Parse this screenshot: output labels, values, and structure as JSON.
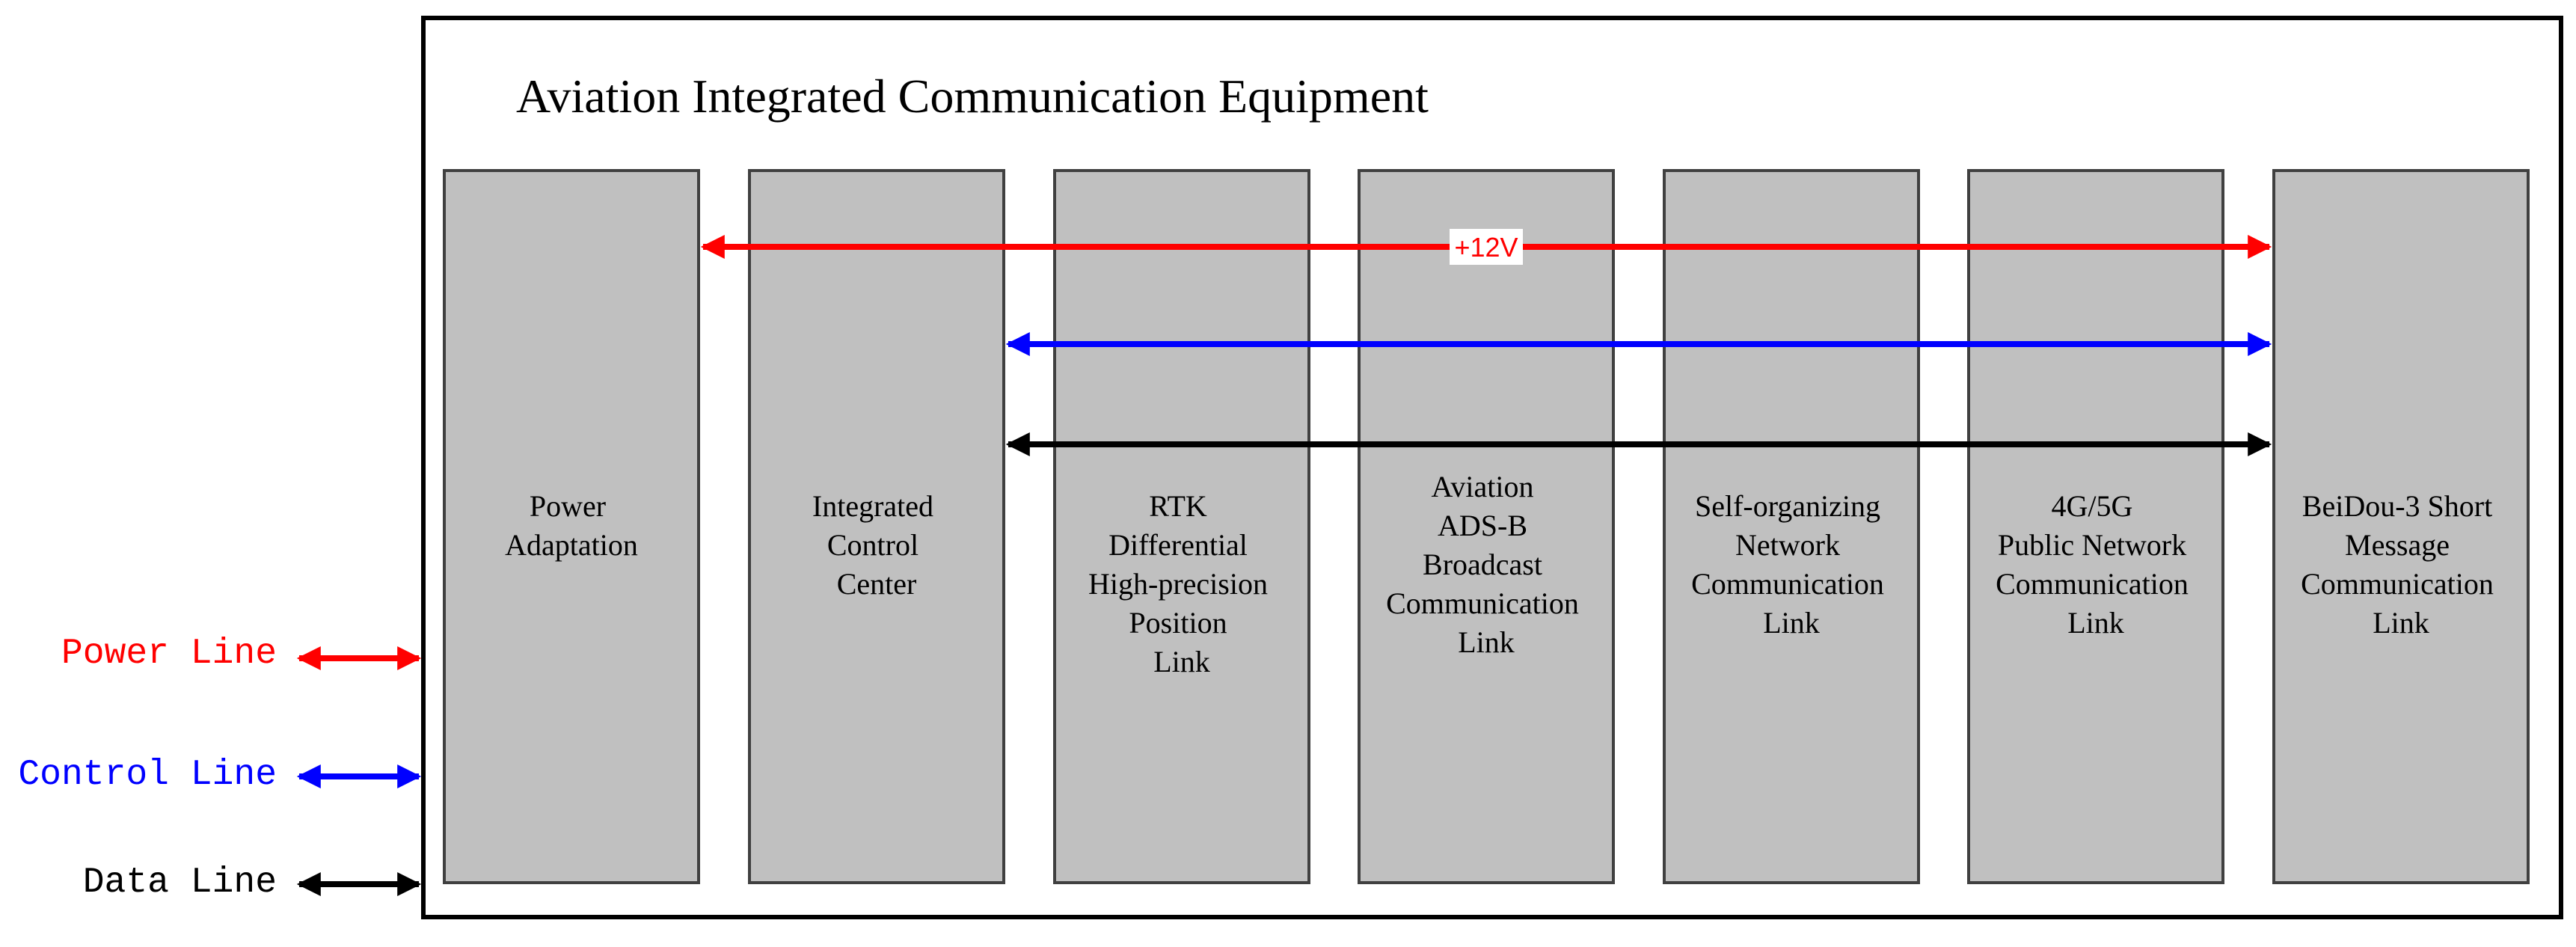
{
  "title": "Aviation Integrated Communication Equipment",
  "modules": [
    {
      "id": "power",
      "lines": [
        "Power",
        "Adaptation"
      ]
    },
    {
      "id": "control",
      "lines": [
        "Integrated",
        "Control",
        "Center"
      ]
    },
    {
      "id": "rtk",
      "lines": [
        "RTK",
        "Differential",
        "High-precision",
        "Position",
        "Link"
      ]
    },
    {
      "id": "adsb",
      "lines": [
        "Aviation",
        "ADS-B",
        "Broadcast",
        "Communication",
        "Link"
      ]
    },
    {
      "id": "selforg",
      "lines": [
        "Self-organizing",
        "Network",
        "Communication",
        "Link"
      ]
    },
    {
      "id": "public",
      "lines": [
        "4G/5G",
        "Public Network",
        "Communication",
        "Link"
      ]
    },
    {
      "id": "beidou",
      "lines": [
        "BeiDou-3 Short",
        "Message",
        "Communication",
        "Link"
      ]
    }
  ],
  "bus_label": "+12V",
  "legend": {
    "power_label": "Power Line",
    "control_label": "Control Line",
    "data_label": "Data Line"
  },
  "colors": {
    "power": "#ff0000",
    "control": "#0000ff",
    "data": "#000000",
    "module_fill": "#c0c0c0",
    "module_stroke": "#404040"
  }
}
